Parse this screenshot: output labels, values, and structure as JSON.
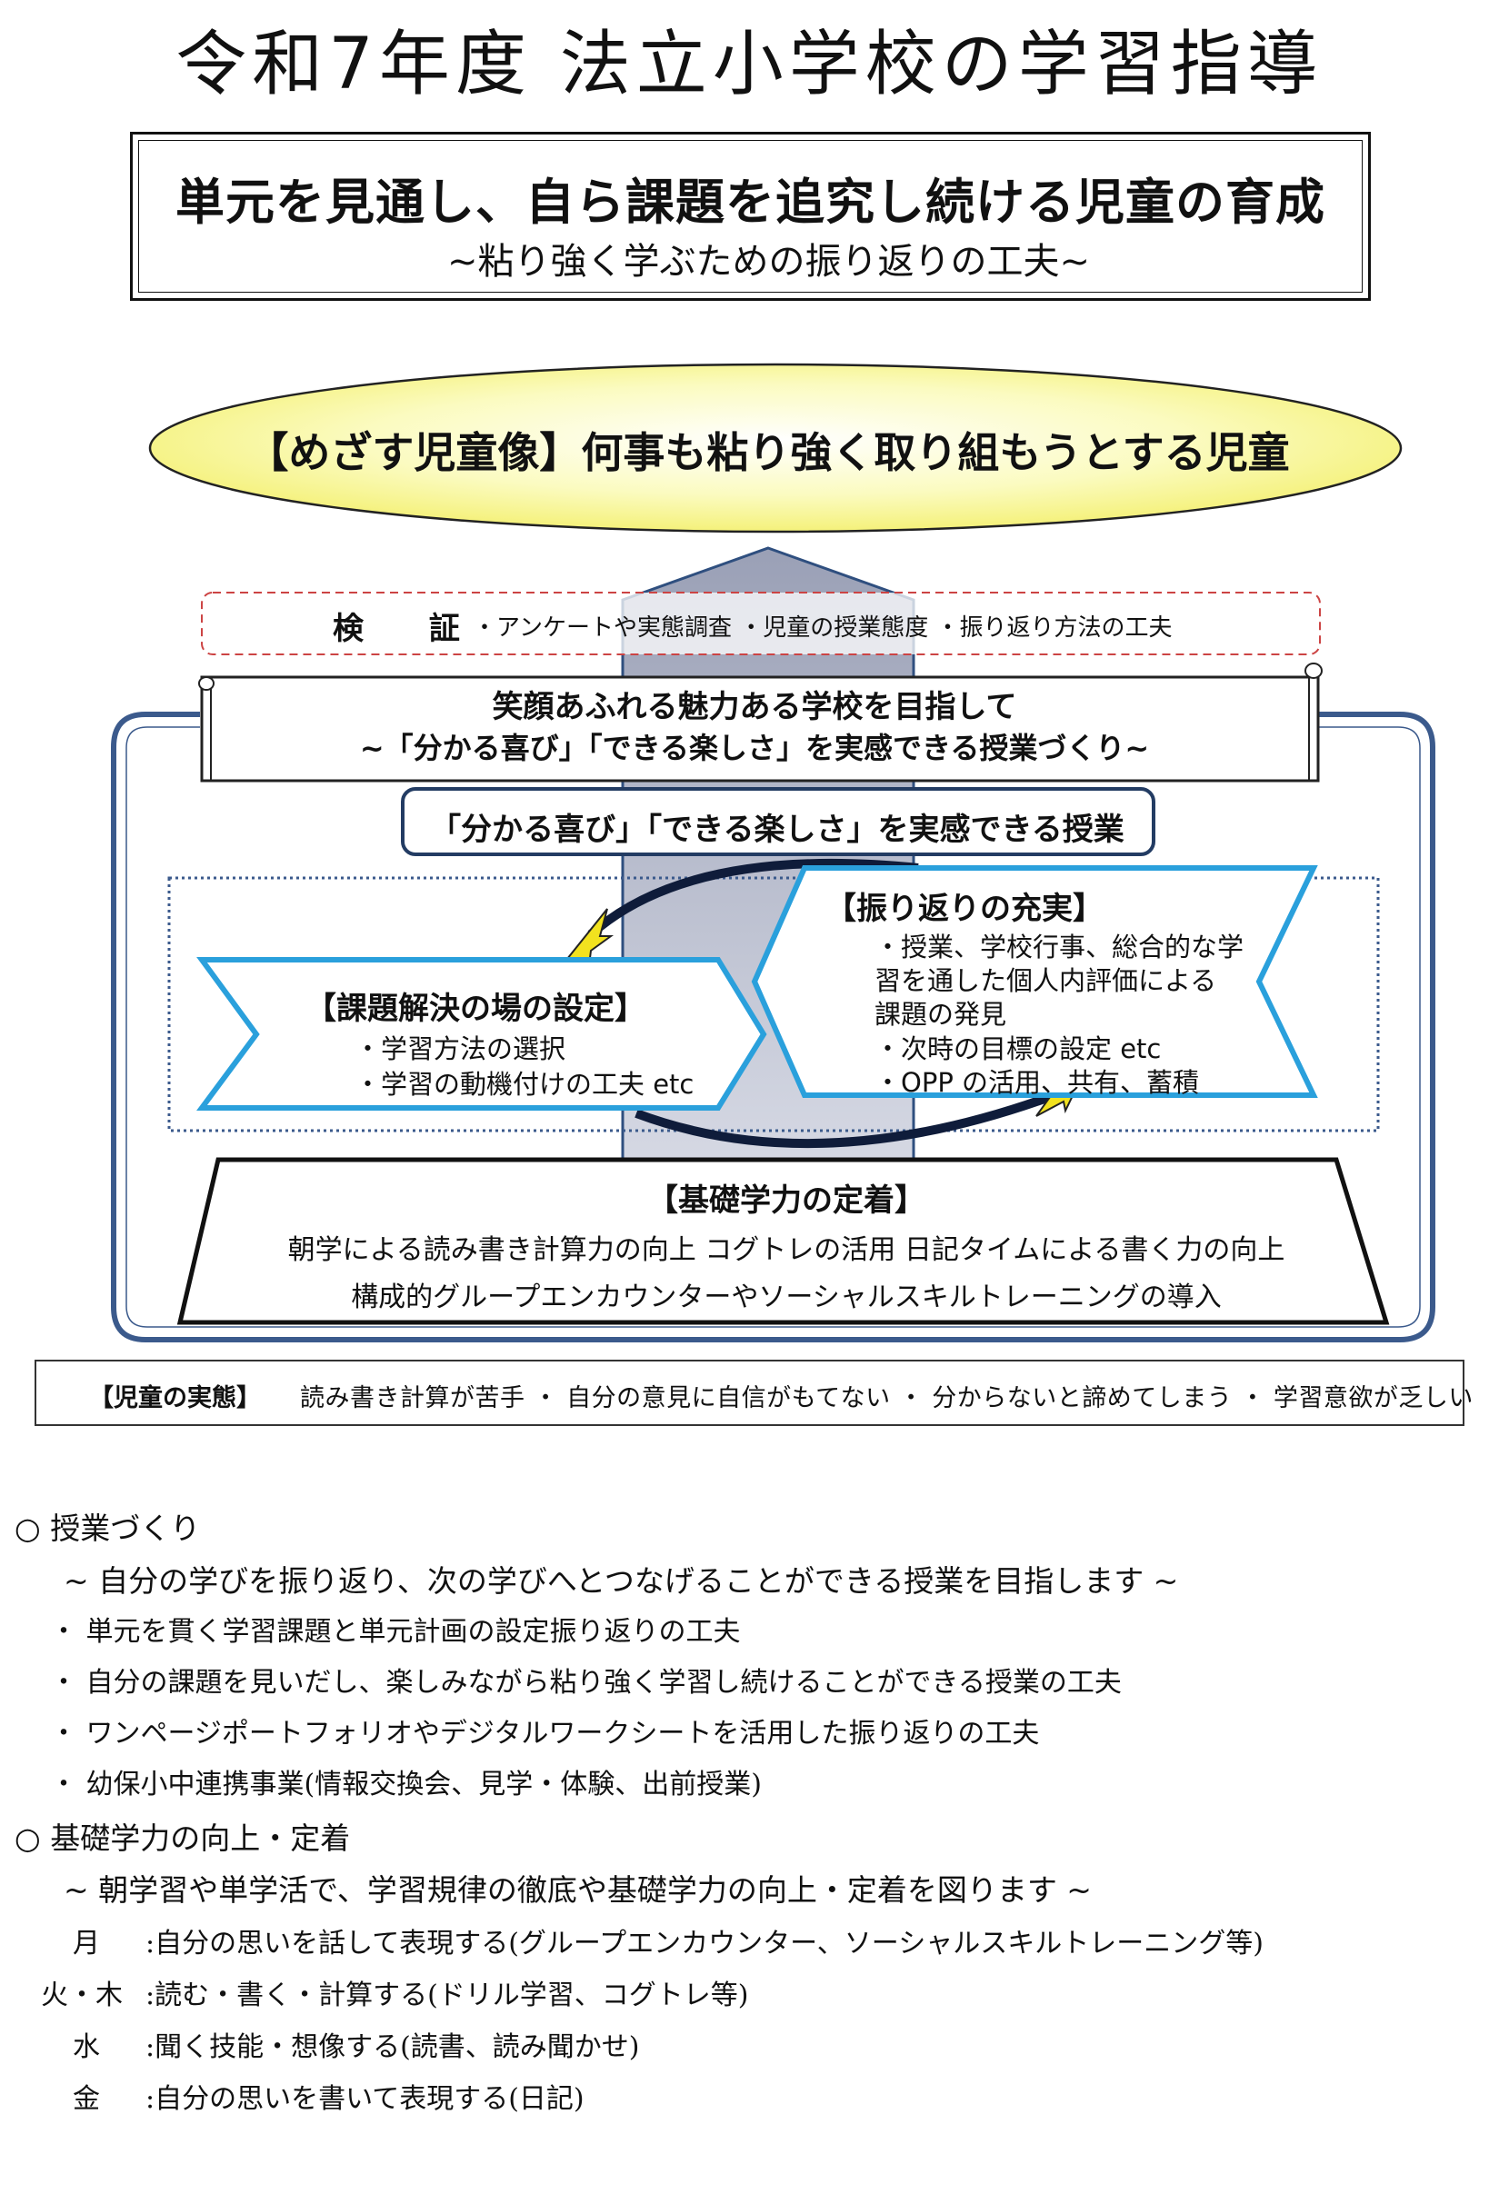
{
  "title": "令和7年度 法立小学校の学習指導",
  "theme": {
    "main": "単元を見通し、自ら課題を追究し続ける児童の育成",
    "sub": "~粘り強く学ぶための振り返りの工夫~"
  },
  "goal": "【めざす児童像】何事も粘り強く取り組もうとする児童",
  "verification": {
    "label": "検 証",
    "items": "・アンケートや実態調査 ・児童の授業態度 ・振り返り方法の工夫"
  },
  "school_motto": {
    "line1": "笑顔あふれる魅力ある学校を目指して",
    "line2": "~「分かる喜び」「できる楽しさ」を実感できる授業づくり~"
  },
  "lesson": "「分かる喜び」「できる楽しさ」を実感できる授業",
  "problem_solving": {
    "title": "【課題解決の場の設定】",
    "items": [
      "・学習方法の選択",
      "・学習の動機付けの工夫 etc"
    ]
  },
  "reflection": {
    "title": "【振り返りの充実】",
    "items": [
      "・授業、学校行事、総合的な学",
      "習を通した個人内評価による",
      "課題の発見",
      "・次時の目標の設定 etc",
      "・OPP の活用、共有、蓄積"
    ]
  },
  "basic_skills": {
    "title": "【基礎学力の定着】",
    "line1": "朝学による読み書き計算力の向上 コグトレの活用 日記タイムによる書く力の向上",
    "line2": "構成的グループエンカウンターやソーシャルスキルトレーニングの導入"
  },
  "child_status": {
    "label": "【児童の実態】",
    "text": "読み書き計算が苦手 ・ 自分の意見に自信がもてない ・ 分からないと諦めてしまう ・ 学習意欲が乏しい"
  },
  "section1": {
    "heading": "○ 授業づくり",
    "subtitle": "~ 自分の学びを振り返り、次の学びへとつなげることができる授業を目指します ~",
    "items": [
      "・ 単元を貫く学習課題と単元計画の設定振り返りの工夫",
      "・ 自分の課題を見いだし、楽しみながら粘り強く学習し続けることができる授業の工夫",
      "・ ワンページポートフォリオやデジタルワークシートを活用した振り返りの工夫",
      "・ 幼保小中連携事業(情報交換会、見学・体験、出前授業)"
    ]
  },
  "section2": {
    "heading": "○ 基礎学力の向上・定着",
    "subtitle": "~ 朝学習や単学活で、学習規律の徹底や基礎学力の向上・定着を図ります ~",
    "schedule": [
      {
        "day": "月",
        "text": ":自分の思いを話して表現する(グループエンカウンター、ソーシャルスキルトレーニング等)"
      },
      {
        "day": "火・木",
        "text": ":読む・書く・計算する(ドリル学習、コグトレ等)"
      },
      {
        "day": "水",
        "text": ":聞く技能・想像する(読書、読み聞かせ)"
      },
      {
        "day": "金",
        "text": ":自分の思いを書いて表現する(日記)"
      }
    ]
  }
}
